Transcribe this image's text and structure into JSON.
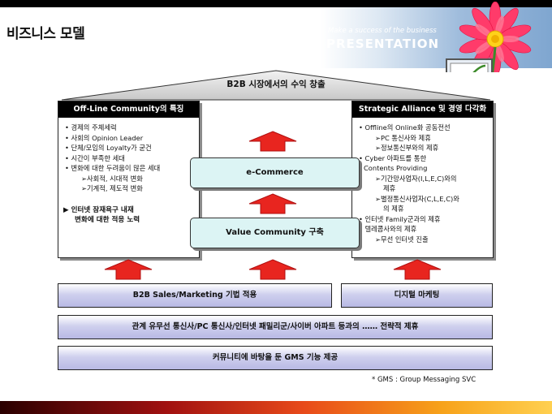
{
  "header": {
    "title": "비즈니스 모델",
    "banner_small": "Make a success of the business",
    "banner_big": "PRESENTATION"
  },
  "roof": {
    "label": "B2B 시장에서의 수익 창출"
  },
  "left_panel": {
    "title": "Off-Line Community의 특징",
    "lines": [
      {
        "kind": "bul",
        "text": "• 경제의 주체세력"
      },
      {
        "kind": "bul",
        "text": "• 사회의 Opinion Leader"
      },
      {
        "kind": "bul",
        "text": "• 단체/모임의 Loyalty가 굳건"
      },
      {
        "kind": "bul",
        "text": "• 시간이 부족한 세대"
      },
      {
        "kind": "bul",
        "text": "• 변화에 대한 두려움이 많은 세대"
      },
      {
        "kind": "sub",
        "text": "➢사회적, 시대적 변화"
      },
      {
        "kind": "sub",
        "text": "➢기계적, 제도적 변화"
      }
    ],
    "bold_line1": "▶ 인터넷 잠재욕구 내재",
    "bold_line2": "변화에 대한 적응 노력"
  },
  "right_panel": {
    "title": "Strategic Alliance 및 경영 다각화",
    "lines": [
      {
        "kind": "bul",
        "text": "• Offline의 Online화 공동전선"
      },
      {
        "kind": "sub",
        "text": "➢PC 통신사와 제휴"
      },
      {
        "kind": "sub",
        "text": "➢정보통신부와의 제휴"
      },
      {
        "kind": "bul",
        "text": "• Cyber 아파트를 통한"
      },
      {
        "kind": "cont",
        "text": "Contents Providing"
      },
      {
        "kind": "sub",
        "text": "➢기간망사업자(I,L,E,C)와의"
      },
      {
        "kind": "subcont",
        "text": "제휴"
      },
      {
        "kind": "sub",
        "text": "➢별정통신사업자(C,L,E,C)와"
      },
      {
        "kind": "subcont",
        "text": "의 제휴"
      },
      {
        "kind": "bul",
        "text": "• 인터넷 Family군과의 제휴"
      },
      {
        "kind": "bul",
        "text": "• 텔레콤사와의 제휴"
      },
      {
        "kind": "sub",
        "text": "➢무선 인터넷 진출"
      }
    ]
  },
  "center": {
    "ecommerce": "e-Commerce",
    "value_community": "Value Community 구축"
  },
  "bars": {
    "b2b": "B2B Sales/Marketing 기법 적용",
    "digital": "디지털 마케팅",
    "alliance": "관계 유무선 통신사/PC 통신사/인터넷 패밀리군/사이버 아파트 등과의 …… 전략적 제휴",
    "gms": "커뮤니티에 바탕을 둔 GMS 기능 제공"
  },
  "footnote": "* GMS : Group Messaging SVC",
  "colors": {
    "arrow_red": "#e8251f",
    "bar_lavender": "#c4c5ea",
    "center_cyan": "#dcf4f4",
    "roof_gray": "#d8d8d8"
  }
}
